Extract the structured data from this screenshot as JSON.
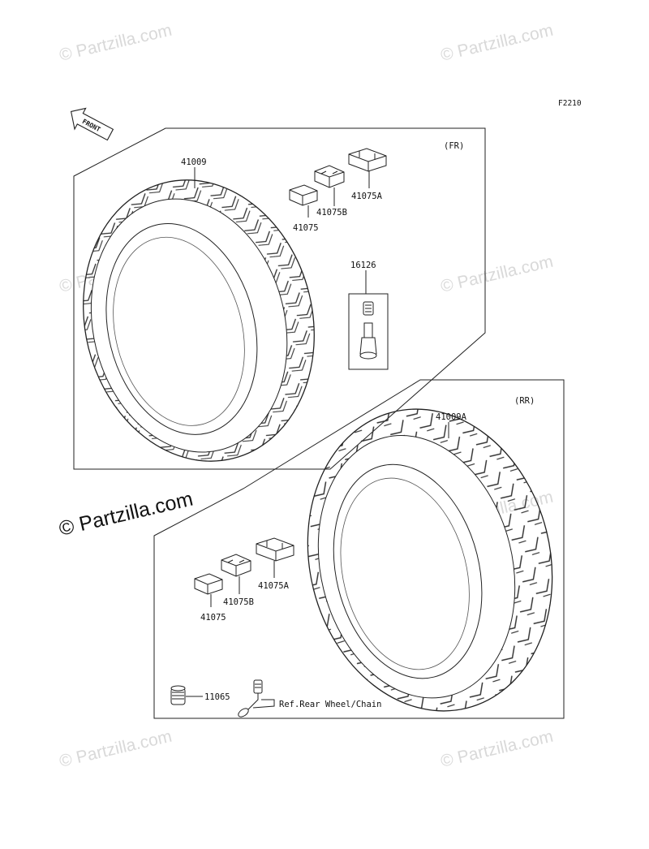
{
  "figure_code": "F2210",
  "front_arrow_label": "FRONT",
  "front_group": {
    "label": "(FR)",
    "tire_part": "41009",
    "weights": [
      "41075",
      "41075B",
      "41075A"
    ],
    "valve_part": "16126"
  },
  "rear_group": {
    "label": "(RR)",
    "tire_part": "41009A",
    "weights": [
      "41075",
      "41075B",
      "41075A"
    ],
    "cap_part": "11065",
    "reference": "Ref.Rear Wheel/Chain"
  },
  "watermarks": {
    "small": "© Partzilla.com",
    "main": "© Partzilla.com"
  }
}
